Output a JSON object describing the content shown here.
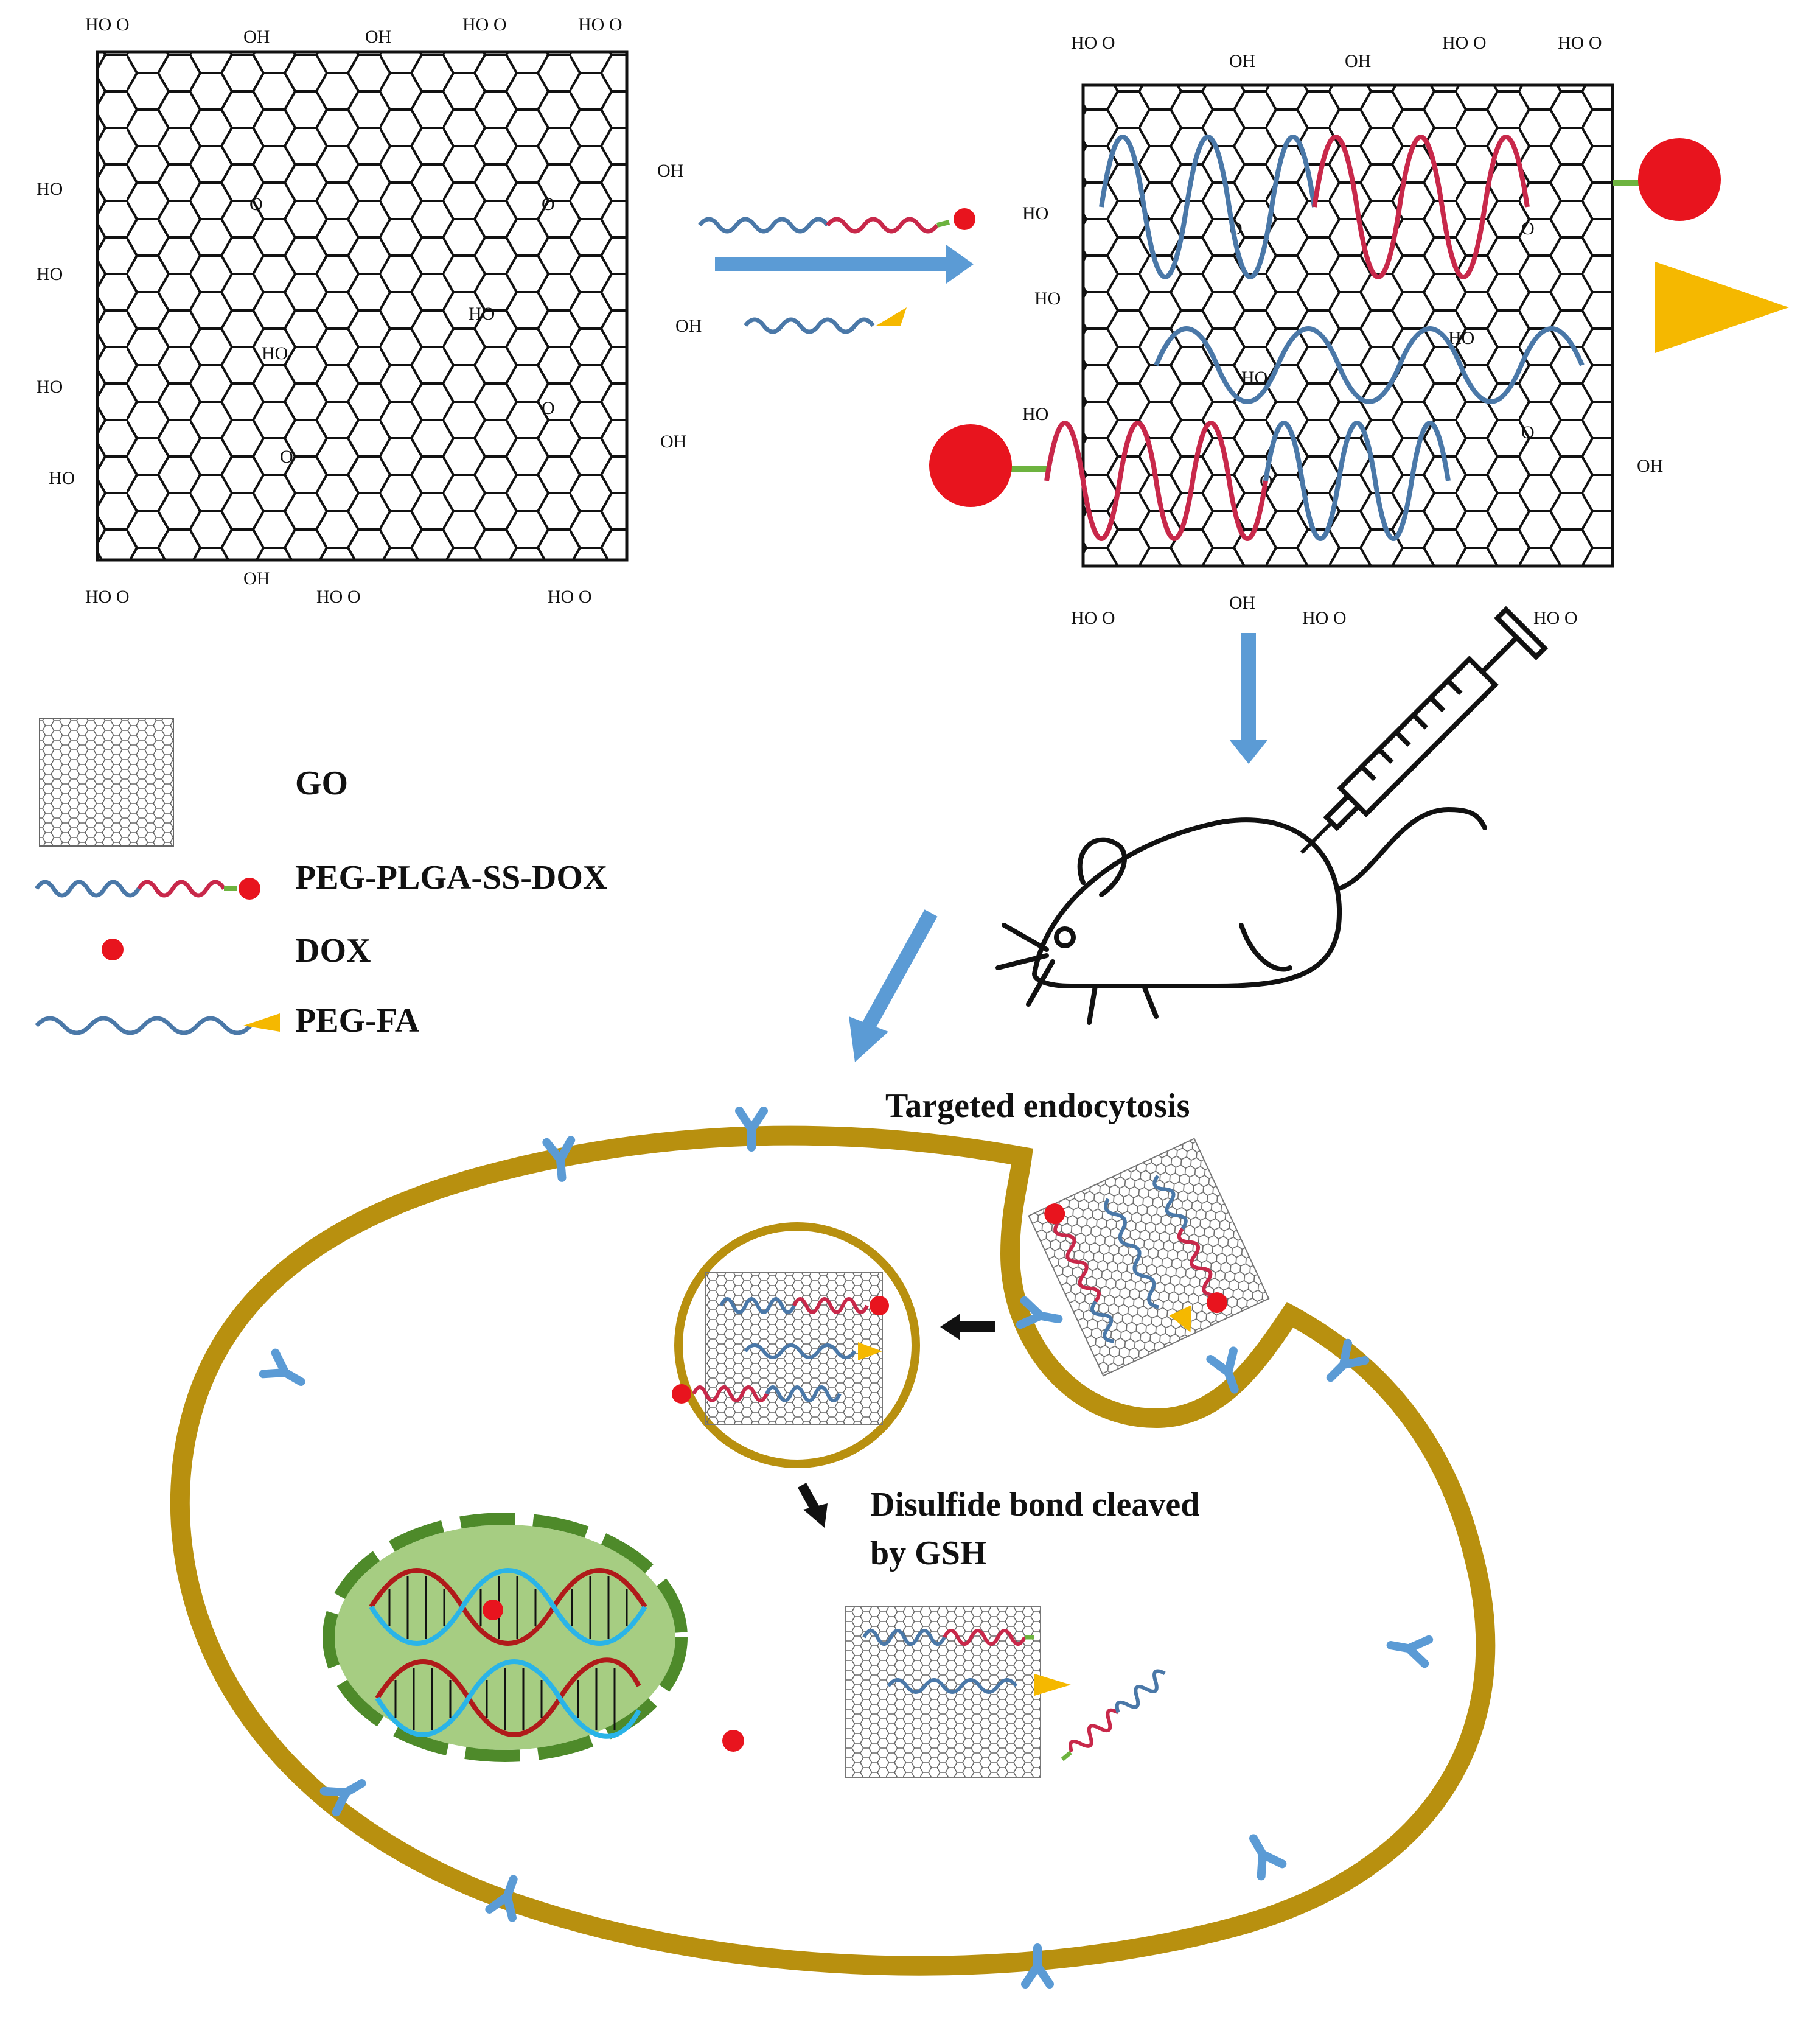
{
  "legend": {
    "go": "GO",
    "conjugate": "PEG-PLGA-SS-DOX",
    "dox": "DOX",
    "peg_fa": "PEG-FA"
  },
  "annotations": {
    "endocytosis": "Targeted endocytosis",
    "cleave_line1": "Disulfide bond cleaved",
    "cleave_line2": "by GSH"
  },
  "chem_labels": {
    "cooh_top": "HO O",
    "oh": "OH",
    "ho": "HO",
    "epoxide": "O"
  },
  "colors": {
    "peg_blue": "#4a78a8",
    "plga_red": "#c8284a",
    "dox_red": "#e8141e",
    "fa_yellow": "#f5b800",
    "linker_green": "#6db33f",
    "arrow_blue": "#5b9bd5",
    "membrane": "#b8900f",
    "receptor": "#5b9bd5",
    "nucleus_fill": "#a6cd82",
    "nucleus_edge": "#4e8a2a",
    "dna_red": "#b01a1a",
    "dna_cyan": "#2ab4e8"
  },
  "icons": [
    "mouse-icon",
    "syringe-icon",
    "receptor-icon",
    "dna-icon"
  ]
}
